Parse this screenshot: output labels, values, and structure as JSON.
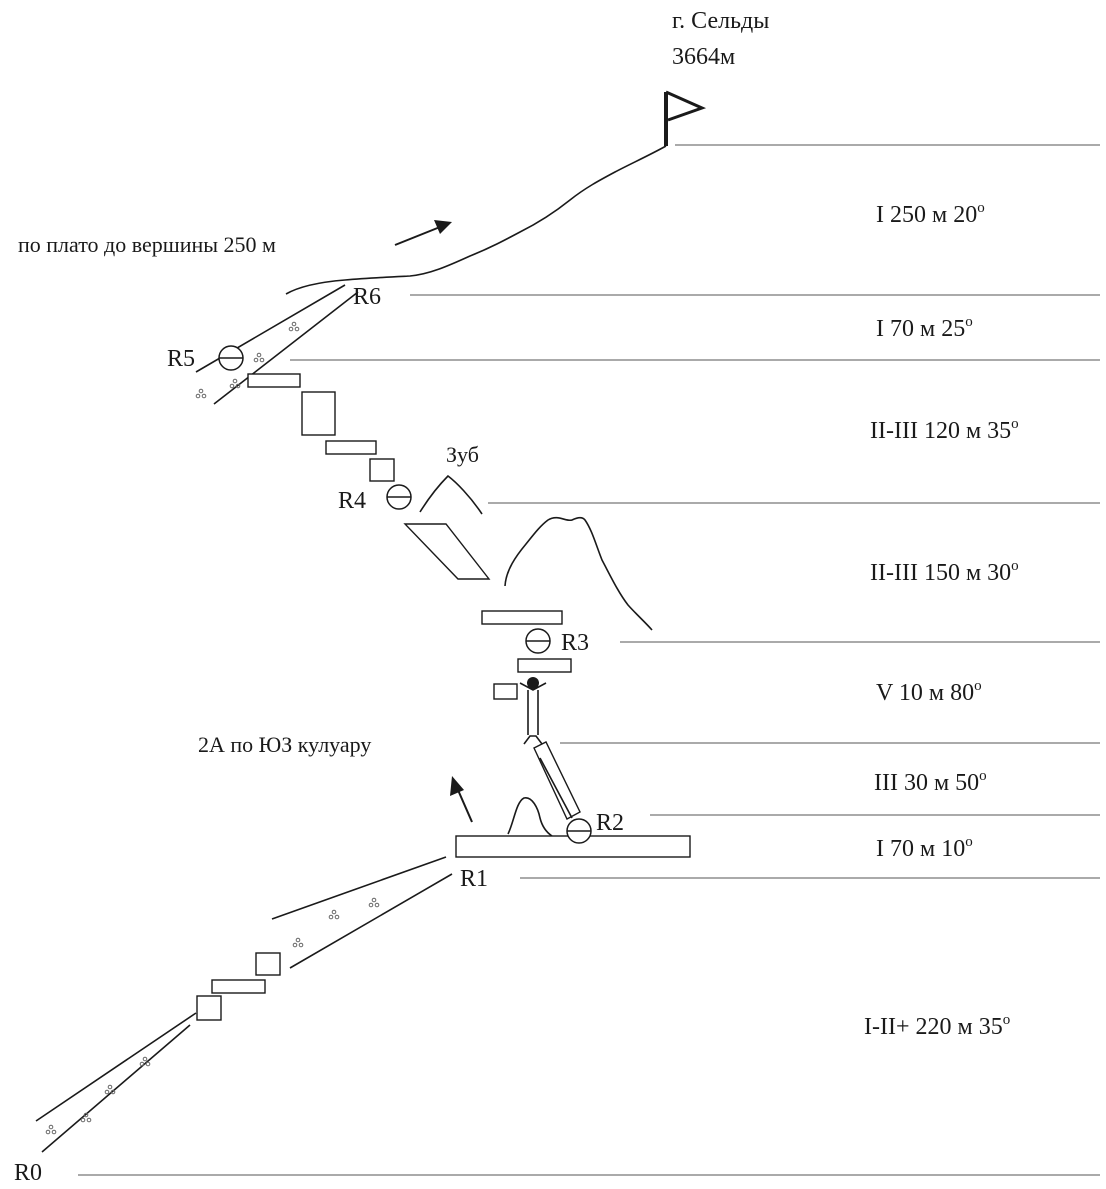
{
  "summit": {
    "name": "г. Сельды",
    "elevation": "3664м"
  },
  "notes": {
    "plateau": "по плато до вершины 250 м",
    "variant": "2А по ЮЗ кулуару",
    "tooth": "Зуб"
  },
  "relays": [
    "R0",
    "R1",
    "R2",
    "R3",
    "R4",
    "R5",
    "R6"
  ],
  "pitches": [
    {
      "grade": "I",
      "length": "250 м",
      "angle": "20",
      "unit": "o"
    },
    {
      "grade": "I",
      "length": "70 м",
      "angle": "25",
      "unit": "o"
    },
    {
      "grade": "II-III",
      "length": "120 м",
      "angle": "35",
      "unit": "o"
    },
    {
      "grade": "II-III",
      "length": "150 м",
      "angle": "30",
      "unit": "o"
    },
    {
      "grade": "V",
      "length": "10 м",
      "angle": "80",
      "unit": "o"
    },
    {
      "grade": "III",
      "length": "30 м",
      "angle": "50",
      "unit": "o"
    },
    {
      "grade": "I",
      "length": "70 м",
      "angle": "10",
      "unit": "o"
    },
    {
      "grade": "I-II+",
      "length": "220 м",
      "angle": "35",
      "unit": "o"
    }
  ]
}
